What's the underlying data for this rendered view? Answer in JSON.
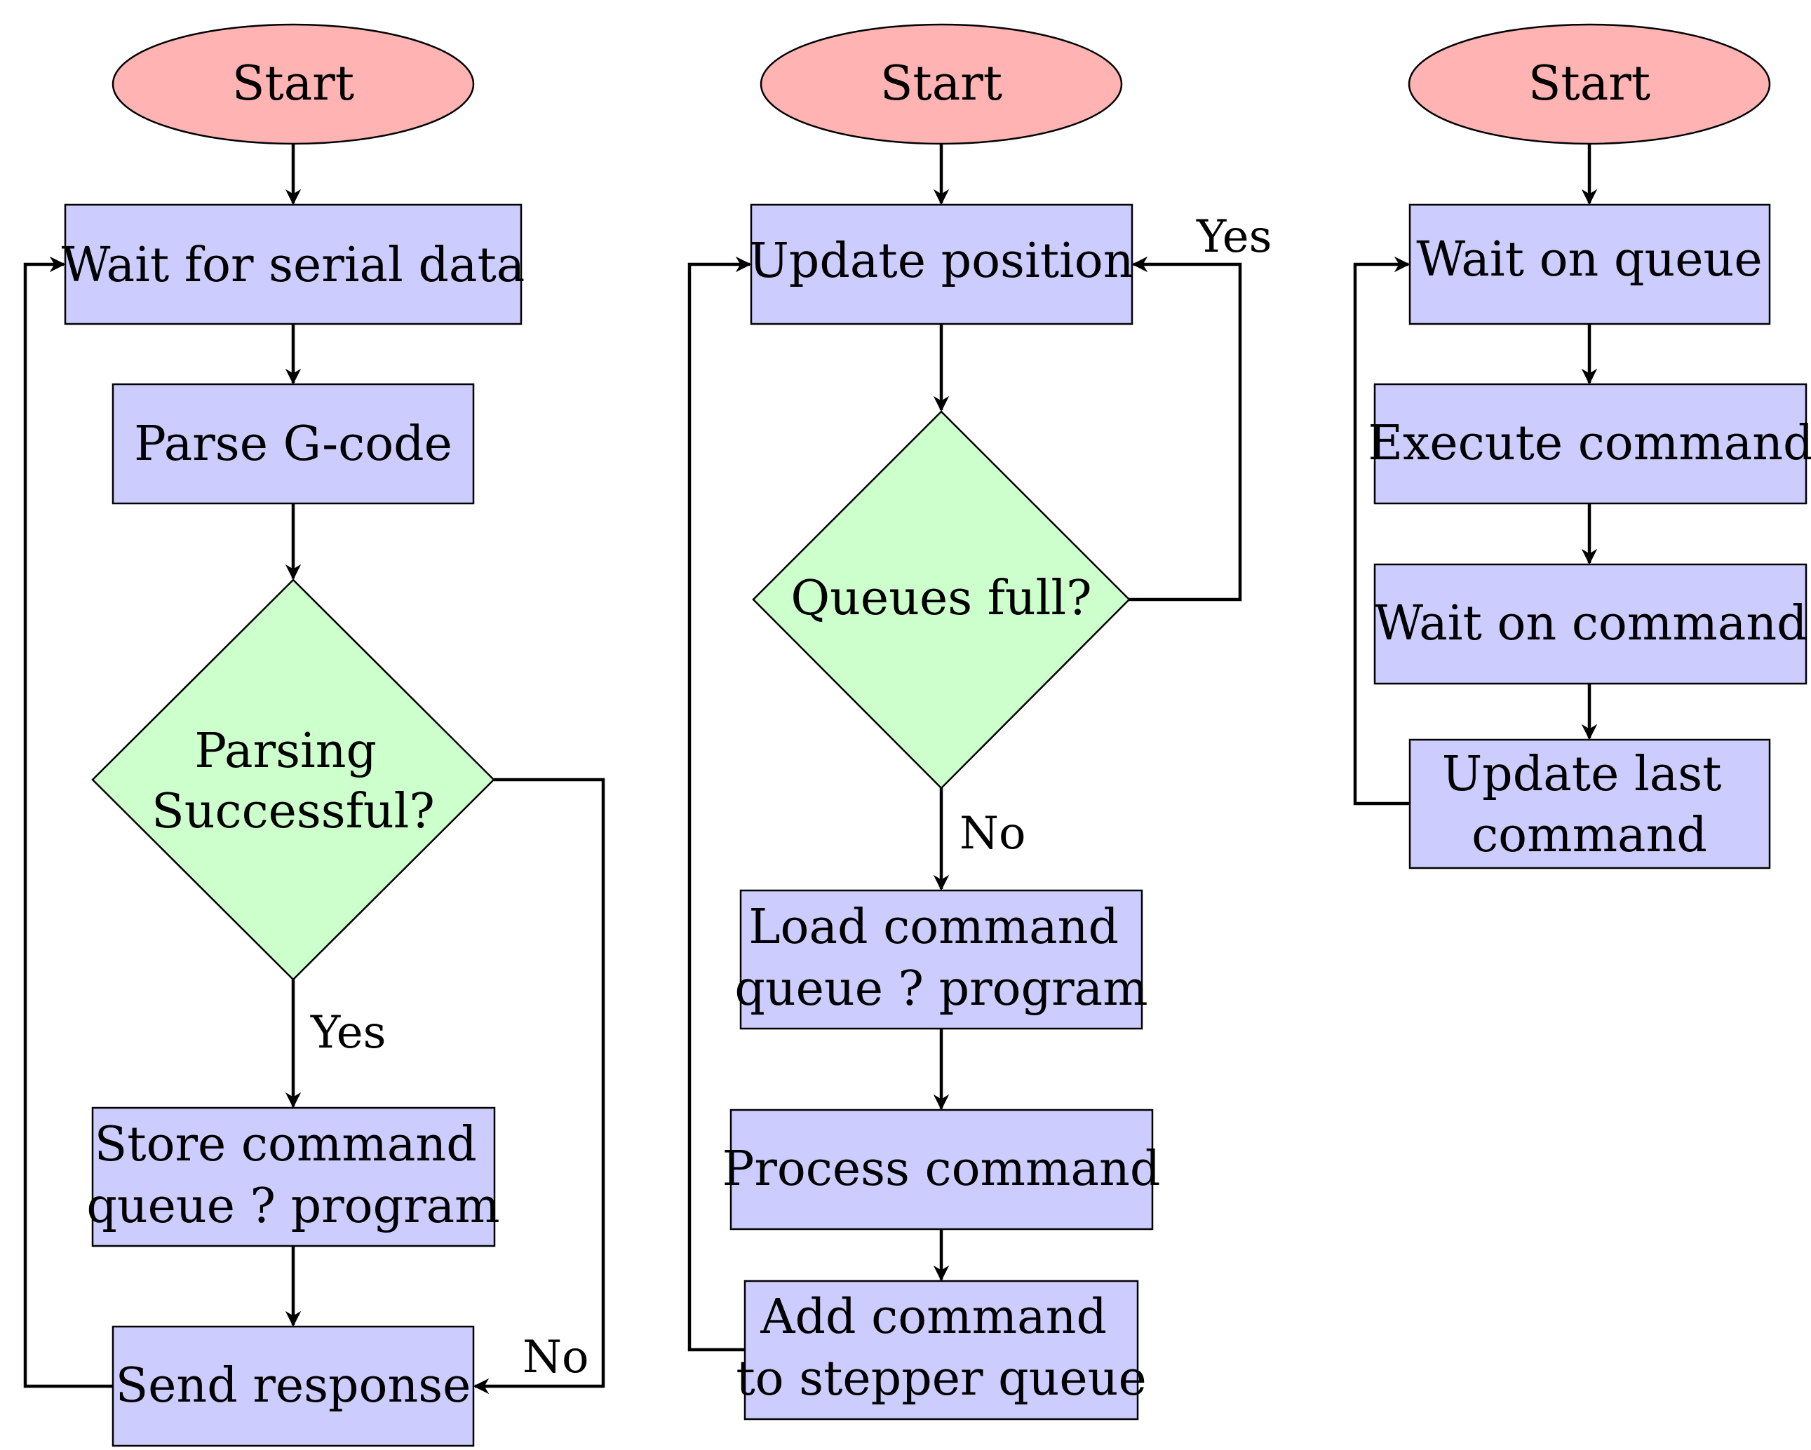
{
  "colors": {
    "terminal": "#ffb3b3",
    "process": "#ccccff",
    "decision": "#ccffcc",
    "line": "#000000"
  },
  "flow1": {
    "start": "Start",
    "wait_serial": "Wait for serial data",
    "parse": "Parse G-code",
    "decision": [
      "Parsing",
      "Successful?"
    ],
    "store": [
      "Store command",
      "queue ? program"
    ],
    "send": "Send response",
    "yes_label": "Yes",
    "no_label": "No"
  },
  "flow2": {
    "start": "Start",
    "update_position": "Update position",
    "decision": "Queues full?",
    "load": [
      "Load command",
      "queue ? program"
    ],
    "process": "Process command",
    "add": [
      "Add command",
      "to stepper queue"
    ],
    "yes_label": "Yes",
    "no_label": "No"
  },
  "flow3": {
    "start": "Start",
    "wait_queue": "Wait on queue",
    "execute": "Execute command",
    "wait_command": "Wait on command",
    "update_last": [
      "Update last",
      "command"
    ]
  }
}
